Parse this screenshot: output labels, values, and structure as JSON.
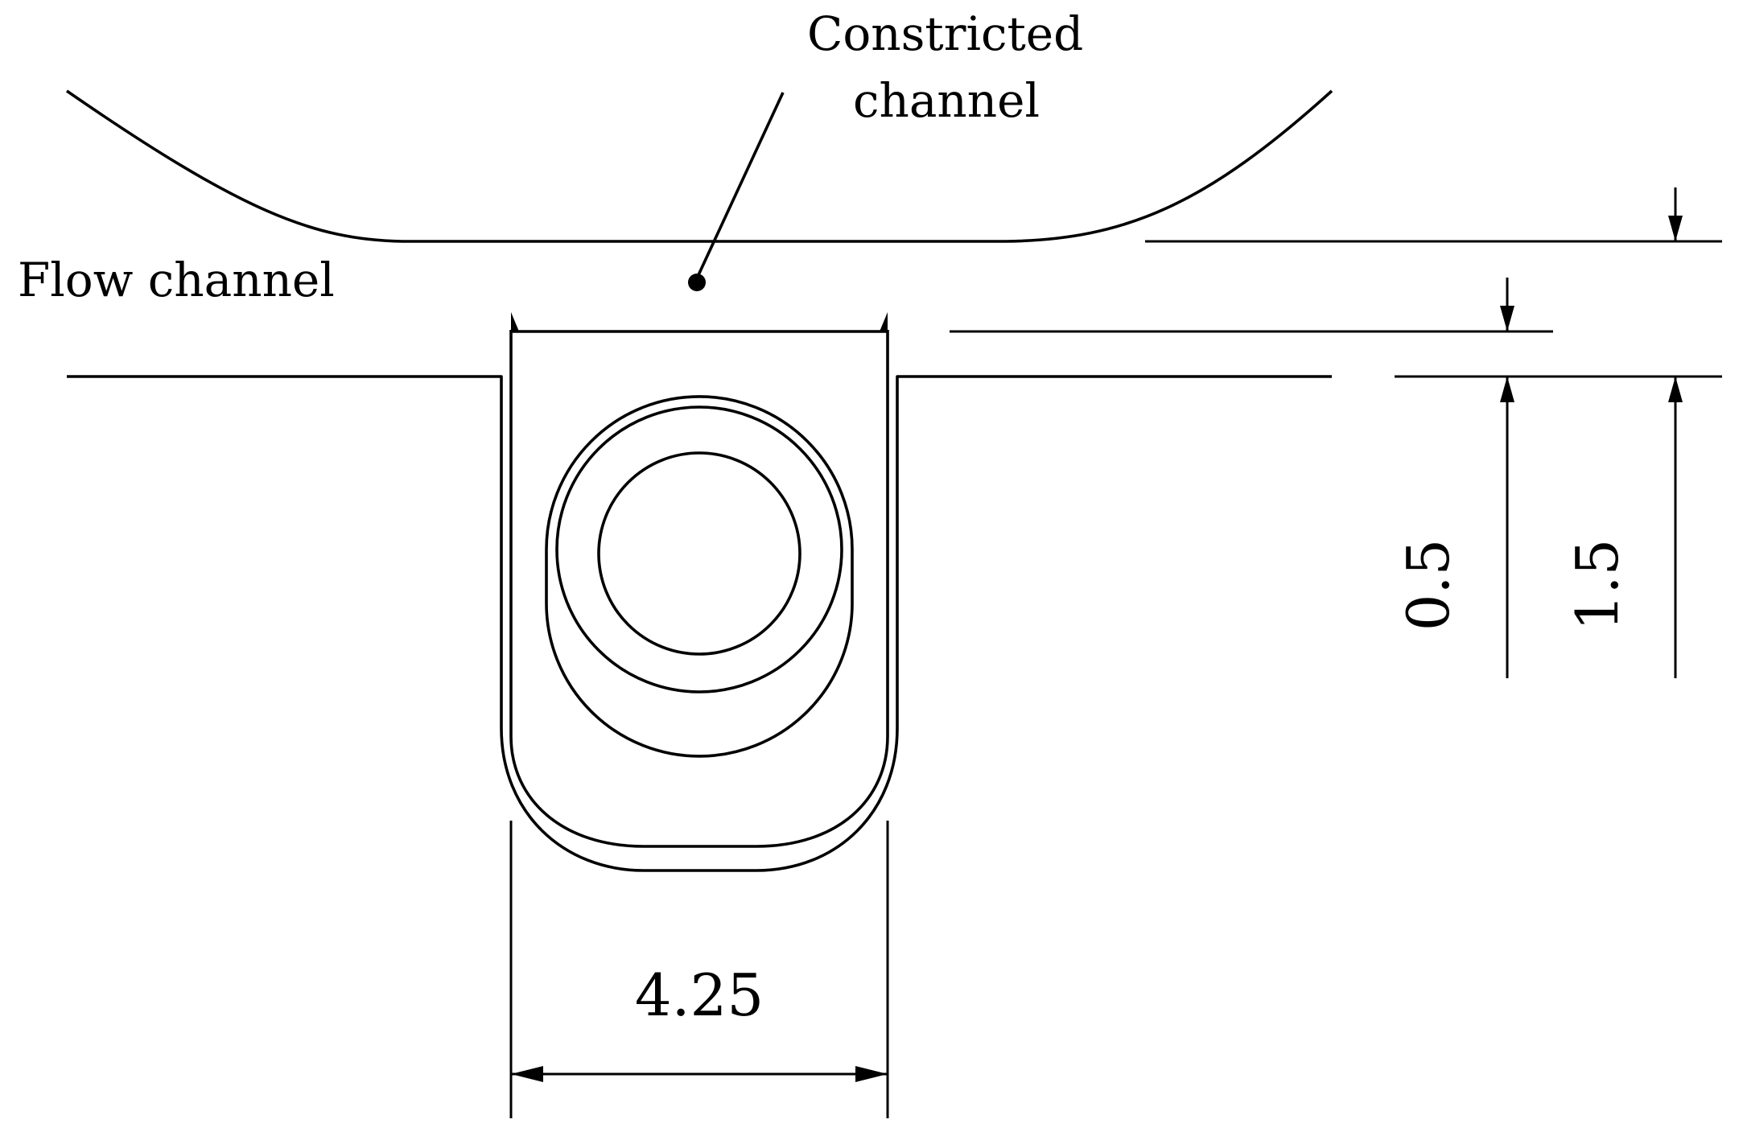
{
  "labels": {
    "constricted_channel_line1": "Constricted",
    "constricted_channel_line2": "channel",
    "flow_channel": "Flow channel"
  },
  "dimensions": {
    "width": "4.25",
    "gap_small": "0.5",
    "gap_large": "1.5"
  },
  "colors": {
    "stroke": "#000000",
    "background": "#ffffff"
  }
}
